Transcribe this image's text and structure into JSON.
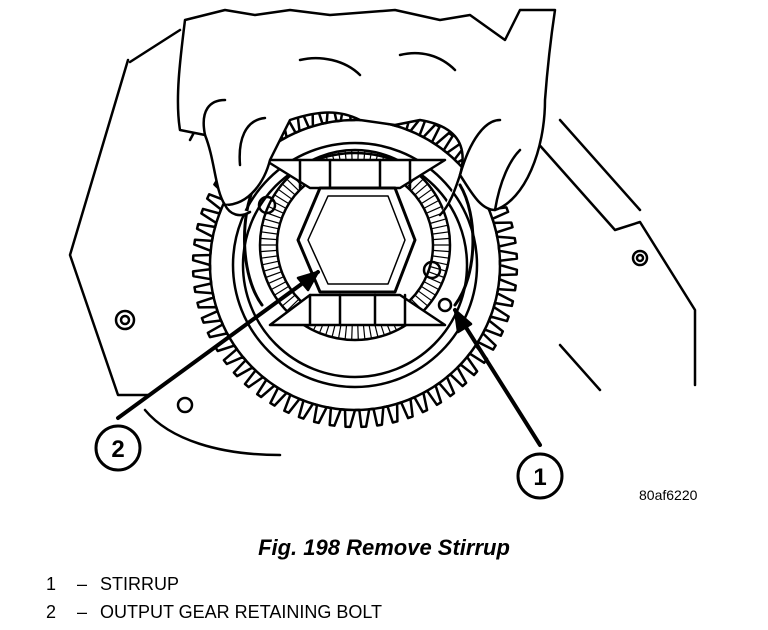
{
  "figure": {
    "callouts": [
      {
        "number": "1"
      },
      {
        "number": "2"
      }
    ],
    "figure_id": "80af6220",
    "caption": "Fig. 198 Remove Stirrup"
  },
  "legend": [
    {
      "number": "1",
      "dash": "–",
      "label": "STIRRUP"
    },
    {
      "number": "2",
      "dash": "–",
      "label": "OUTPUT GEAR RETAINING BOLT"
    }
  ]
}
